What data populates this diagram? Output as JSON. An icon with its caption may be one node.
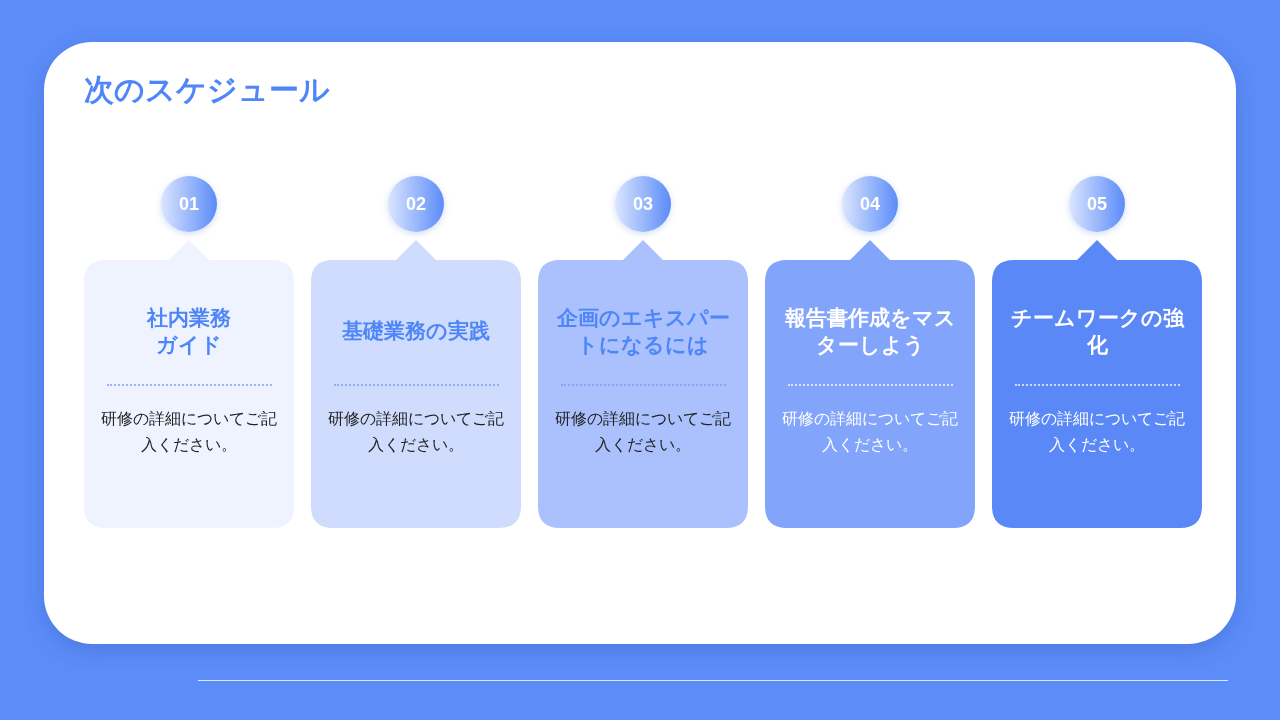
{
  "diagram": {
    "title": "次のスケジュール",
    "nodes": [
      {
        "text": [
          "01"
        ]
      },
      {
        "text": [
          "02"
        ]
      },
      {
        "text": [
          "03"
        ]
      },
      {
        "text": [
          "04"
        ]
      },
      {
        "text": [
          "05"
        ]
      },
      {
        "text": [
          "社内業務ガイド",
          "研修の詳細についてご記入ください。"
        ]
      },
      {
        "text": [
          "基礎業務の実践",
          "研修の詳細についてご記入ください。"
        ]
      },
      {
        "text": [
          "企画のエキスパートになるには",
          "研修の詳細についてご記入ください。"
        ]
      },
      {
        "text": [
          "報告書作成をマスターしよう",
          "研修の詳細についてご記入ください。"
        ]
      },
      {
        "text": [
          "チームワークの強化",
          "研修の詳細についてご記入ください。"
        ]
      }
    ],
    "edges": []
  }
}
